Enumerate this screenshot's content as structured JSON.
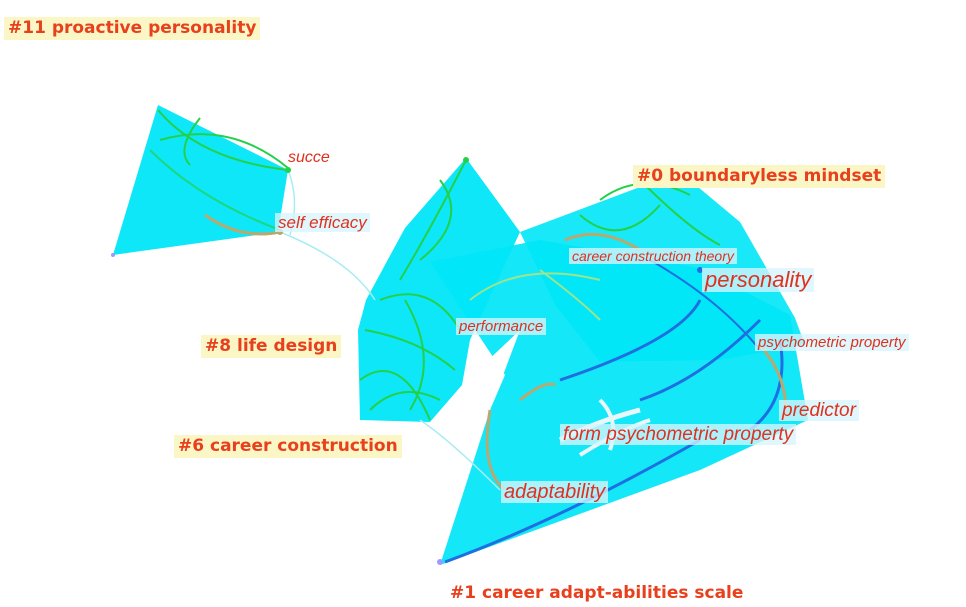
{
  "cluster_labels": {
    "c11": "#11 proactive personality",
    "c0": "#0 boundaryless mindset",
    "c8": "#8 life design",
    "c6": "#6 career construction",
    "c1": "#1 career adapt-abilities scale"
  },
  "keywords": {
    "succe": "succe",
    "self_efficacy": "self efficacy",
    "career_construction_theory": "career construction theory",
    "personality": "personality",
    "performance": "performance",
    "psychometric_property": "psychometric property",
    "predictor": "predictor",
    "form_psychometric_property": "form psychometric property",
    "adaptability": "adaptability"
  },
  "colors": {
    "cluster_fill": "#00e6f7",
    "label_text": "#e8401c",
    "label_highlight": "#fbf6c6",
    "link_green": "#22d14a",
    "link_blue": "#1e6fe0"
  }
}
